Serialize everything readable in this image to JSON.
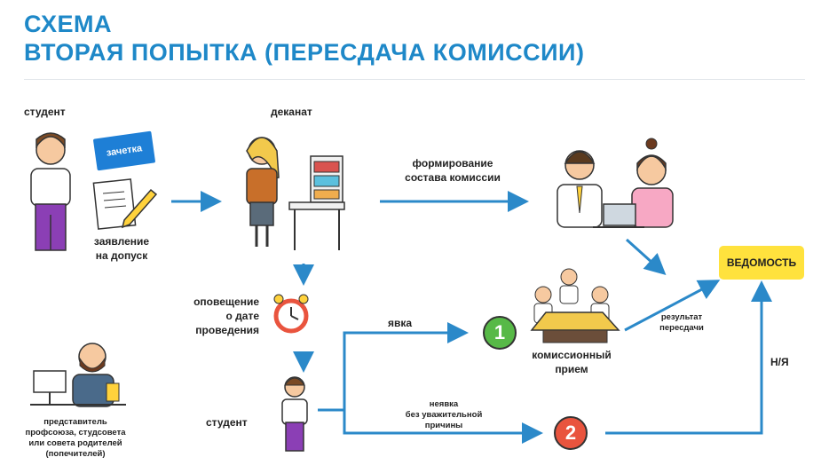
{
  "title": {
    "line1": "СХЕМА",
    "line2": "ВТОРАЯ ПОПЫТКА (ПЕРЕСДАЧА КОМИССИИ)"
  },
  "labels": {
    "student_top": "студент",
    "dekanat": "деканат",
    "zachetka": "зачетка",
    "zayavlenie": "заявление\nна допуск",
    "formirovanie": "формирование\nсостава комиссии",
    "opoveshchenie": "оповещение\nо дате\nпроведения",
    "yavka": "явка",
    "komissionny": "комиссионный\nприем",
    "rezultat": "результат\nпересдачи",
    "vedomost": "ВЕДОМОСТЬ",
    "nya": "Н/Я",
    "student_bottom": "студент",
    "neyavka": "неявка\nбез уважительной\nпричины",
    "predstavitel": "представитель\nпрофсоюза, студсовета\nили совета родителей\n(попечителей)",
    "num1": "1",
    "num2": "2"
  },
  "colors": {
    "accent": "#1e88c8",
    "arrow": "#2b89c9",
    "yellow": "#ffe23d",
    "green": "#57b947",
    "red": "#e9543e"
  }
}
